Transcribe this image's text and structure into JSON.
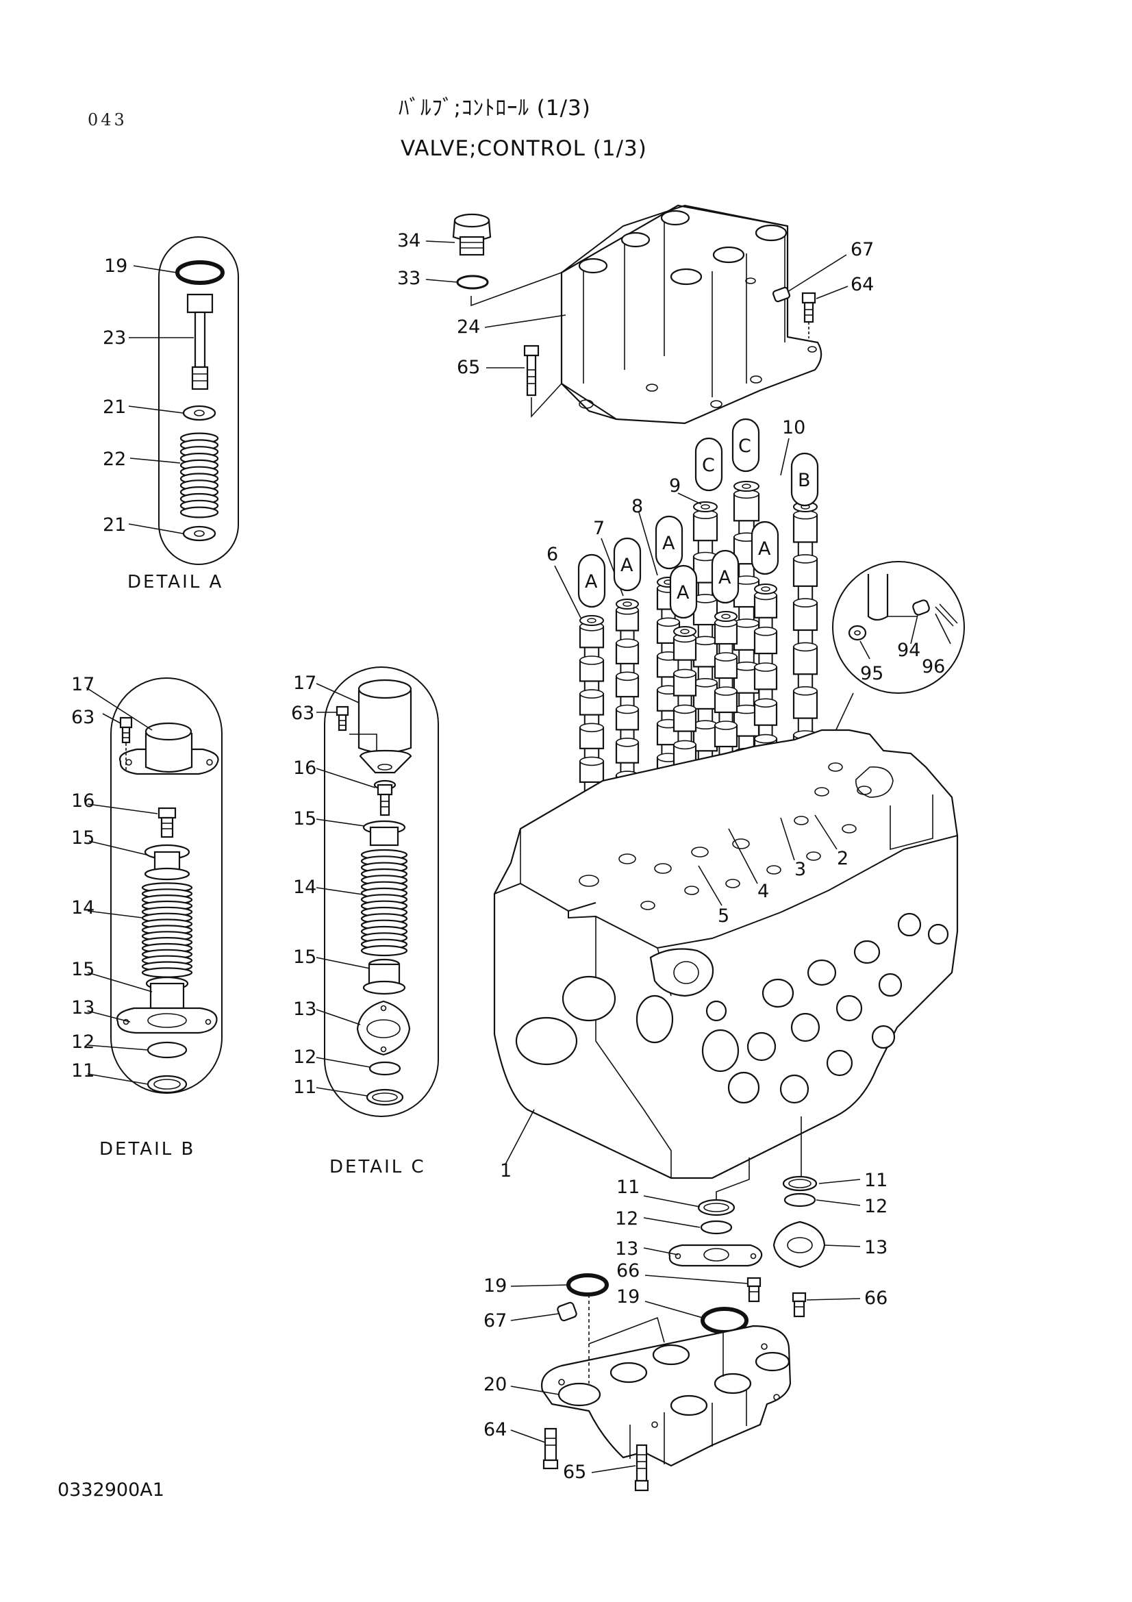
{
  "header": {
    "page_code": "043",
    "title_jp": "ﾊﾞﾙﾌﾞ;ｺﾝﾄﾛｰﾙ (1/3)",
    "title_en": "VALVE;CONTROL (1/3)"
  },
  "footer": {
    "drawing_number": "0332900A1"
  },
  "details": {
    "a": "DETAIL  A",
    "b": "DETAIL  B",
    "c": "DETAIL  C"
  },
  "detail_a_labels": {
    "l19": "19",
    "l23": "23",
    "l21a": "21",
    "l22": "22",
    "l21b": "21"
  },
  "detail_b_labels": {
    "l17": "17",
    "l63": "63",
    "l16": "16",
    "l15a": "15",
    "l14": "14",
    "l15b": "15",
    "l13": "13",
    "l12": "12",
    "l11": "11"
  },
  "detail_c_labels": {
    "l17": "17",
    "l63": "63",
    "l16": "16",
    "l15a": "15",
    "l14": "14",
    "l15b": "15",
    "l13": "13",
    "l12": "12",
    "l11": "11"
  },
  "top_cover_labels": {
    "l34": "34",
    "l33": "33",
    "l24": "24",
    "l65": "65",
    "l67": "67",
    "l64": "64"
  },
  "spool_labels": {
    "l6": "6",
    "l7": "7",
    "l8": "8",
    "l9": "9",
    "l10": "10"
  },
  "detail_refs": {
    "ref_a1": "A",
    "ref_a2": "A",
    "ref_a3": "A",
    "ref_a4": "A",
    "ref_a5": "A",
    "ref_a6": "A",
    "ref_c1": "C",
    "ref_c2": "C",
    "ref_b": "B"
  },
  "inset_labels": {
    "l94": "94",
    "l95": "95",
    "l96": "96"
  },
  "body_labels": {
    "l1": "1",
    "l2": "2",
    "l3": "3",
    "l4": "4",
    "l5": "5"
  },
  "bottom_labels": {
    "l11a": "11",
    "l12a": "12",
    "l13a": "13",
    "l11b": "11",
    "l12b": "12",
    "l13b": "13",
    "l19a": "19",
    "l66a": "66",
    "l19b": "19",
    "l67": "67",
    "l66b": "66",
    "l20": "20",
    "l64": "64",
    "l65": "65"
  }
}
